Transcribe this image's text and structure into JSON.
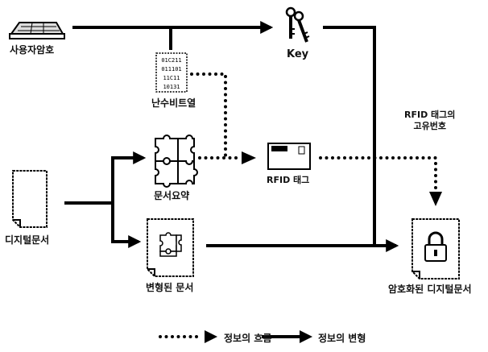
{
  "nodes": {
    "user_password": "사용자암호",
    "key": "Key",
    "random_bits": "난수비트열",
    "rfid_uid": "RFID 태그의\n고유번호",
    "document_summary": "문서요약",
    "rfid_tag": "RFID 태그",
    "digital_document": "디지털문서",
    "transformed_document": "변형된 문서",
    "encrypted_document": "암호화된 디지털문서"
  },
  "random_bits_digits": [
    "01C211",
    "011101",
    "11C11",
    "10131"
  ],
  "legend": {
    "info_flow": "정보의 흐름",
    "info_transform": "정보의 변형"
  }
}
